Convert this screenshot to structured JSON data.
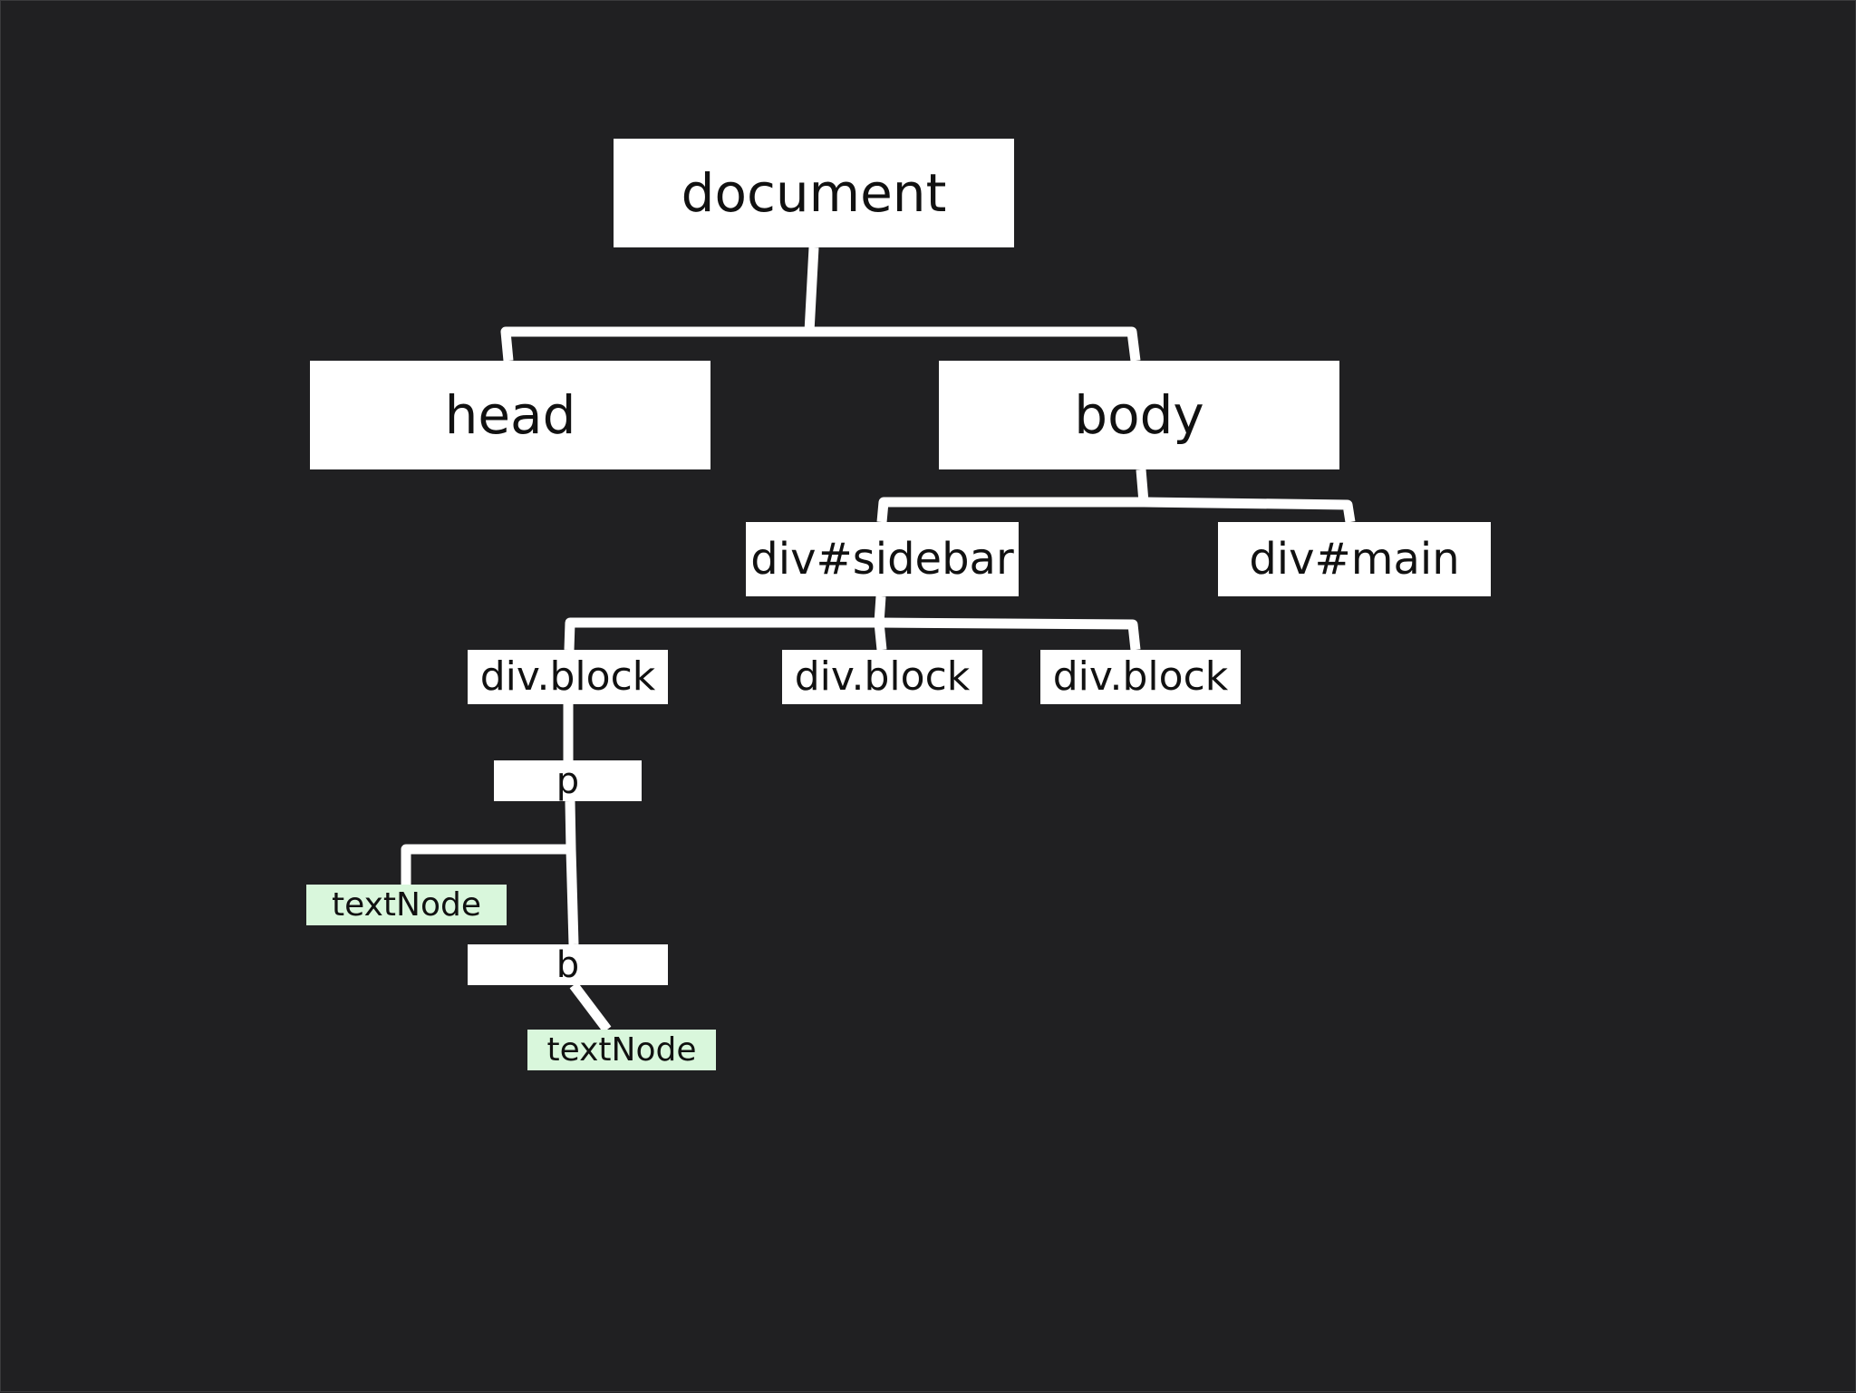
{
  "diagram": {
    "type": "tree",
    "nodes": {
      "document": "document",
      "head": "head",
      "body": "body",
      "sidebar": "div#sidebar",
      "main": "div#main",
      "block_1": "div.block",
      "block_2": "div.block",
      "block_3": "div.block",
      "p": "p",
      "text_node_1": "textNode",
      "b": "b",
      "text_node_2": "textNode"
    },
    "edges": [
      [
        "document",
        "head"
      ],
      [
        "document",
        "body"
      ],
      [
        "body",
        "div#sidebar"
      ],
      [
        "body",
        "div#main"
      ],
      [
        "div#sidebar",
        "div.block"
      ],
      [
        "div#sidebar",
        "div.block"
      ],
      [
        "div#sidebar",
        "div.block"
      ],
      [
        "div.block",
        "p"
      ],
      [
        "p",
        "textNode"
      ],
      [
        "p",
        "b"
      ],
      [
        "b",
        "textNode"
      ]
    ],
    "colors": {
      "background": "#202022",
      "node": "#ffffff",
      "text_node": "#d9f7dc",
      "edge": "#ffffff"
    }
  }
}
